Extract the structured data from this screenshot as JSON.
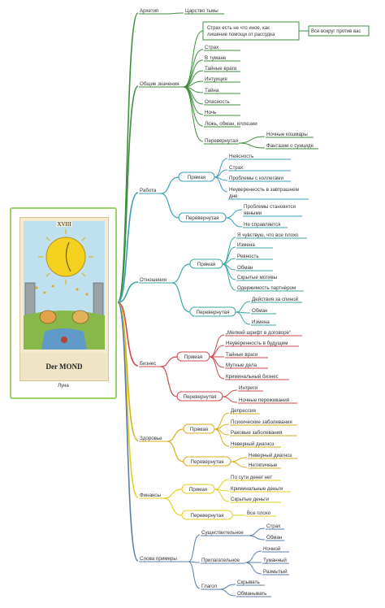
{
  "center": {
    "card_numeral": "XVIII",
    "card_title": "Der MOND",
    "caption": "Луна"
  },
  "colors": {
    "archetype": "#3f8f3f",
    "general": "#3f8f3f",
    "work": "#3aa0b8",
    "relations": "#3aa6a0",
    "business": "#cc4a4a",
    "health": "#d7ad1c",
    "finance": "#e3cf1a",
    "words": "#5a7fa8"
  },
  "branches": {
    "archetype": {
      "label": "Архетип",
      "child": "Царство тьмы"
    },
    "general": {
      "label": "Общие значения",
      "quote": "Страх есть не что иное, как лишение помощи от рассудка",
      "quote_child": "Все вокруг против вас",
      "items": [
        "Страх",
        "В тумане",
        "Тайные враги",
        "Интуиция",
        "Тайна",
        "Опасность",
        "Ночь",
        "Ложь, обман, иллюзии"
      ],
      "reversed": {
        "label": "Перевернутая",
        "items": [
          "Ночные кошмары",
          "Фантазии о суициде"
        ]
      }
    },
    "work": {
      "label": "Работа",
      "upright": {
        "label": "Прямая",
        "items": [
          "Неясность",
          "Страх",
          "Проблемы с коллегами",
          "Неуверенность в завтрашнем дне"
        ]
      },
      "reversed": {
        "label": "Перевернутая",
        "items": [
          "Проблемы становятся явными",
          "Не справляется"
        ]
      }
    },
    "relations": {
      "label": "Отношения",
      "upright": {
        "label": "Прямая",
        "items": [
          "Я чувствую, что все плохо",
          "Измена",
          "Ревность",
          "Обман",
          "Скрытые мотивы",
          "Одержимость партнёром"
        ]
      },
      "reversed": {
        "label": "Перевернутая",
        "items": [
          "Действия за спиной",
          "Обман",
          "Измена"
        ]
      }
    },
    "business": {
      "label": "Бизнес",
      "upright": {
        "label": "Прямая",
        "items": [
          "„Мелкий шрифт в договоре“",
          "Неуверенность в будущем",
          "Тайные враги",
          "Мутные дела",
          "Криминальный бизнес"
        ]
      },
      "reversed": {
        "label": "Перевернутая",
        "items": [
          "Интриги",
          "Ночные переживания"
        ]
      }
    },
    "health": {
      "label": "Здоровье",
      "upright": {
        "label": "Прямая",
        "items": [
          "Депрессия",
          "Психические заболевания",
          "Раковые заболевания",
          "Неверный диагноз"
        ]
      },
      "reversed": {
        "label": "Перевернутая",
        "items": [
          "Неверный диагноз",
          "Нетипичные"
        ]
      }
    },
    "finance": {
      "label": "Финансы",
      "upright": {
        "label": "Прямая",
        "items": [
          "По сути денег нет",
          "Криминальные деньги",
          "Скрытые деньги"
        ]
      },
      "reversed": {
        "label": "Перевернутая",
        "items": [
          "Все плохо"
        ]
      }
    },
    "words": {
      "label": "Слова примеры",
      "noun": {
        "label": "Существительное",
        "items": [
          "Страх",
          "Обман"
        ]
      },
      "adjective": {
        "label": "Прилагательное",
        "items": [
          "Ночной",
          "Туманный",
          "Размытый"
        ]
      },
      "verb": {
        "label": "Глагол",
        "items": [
          "Скрывать",
          "Обманывать"
        ]
      }
    }
  }
}
